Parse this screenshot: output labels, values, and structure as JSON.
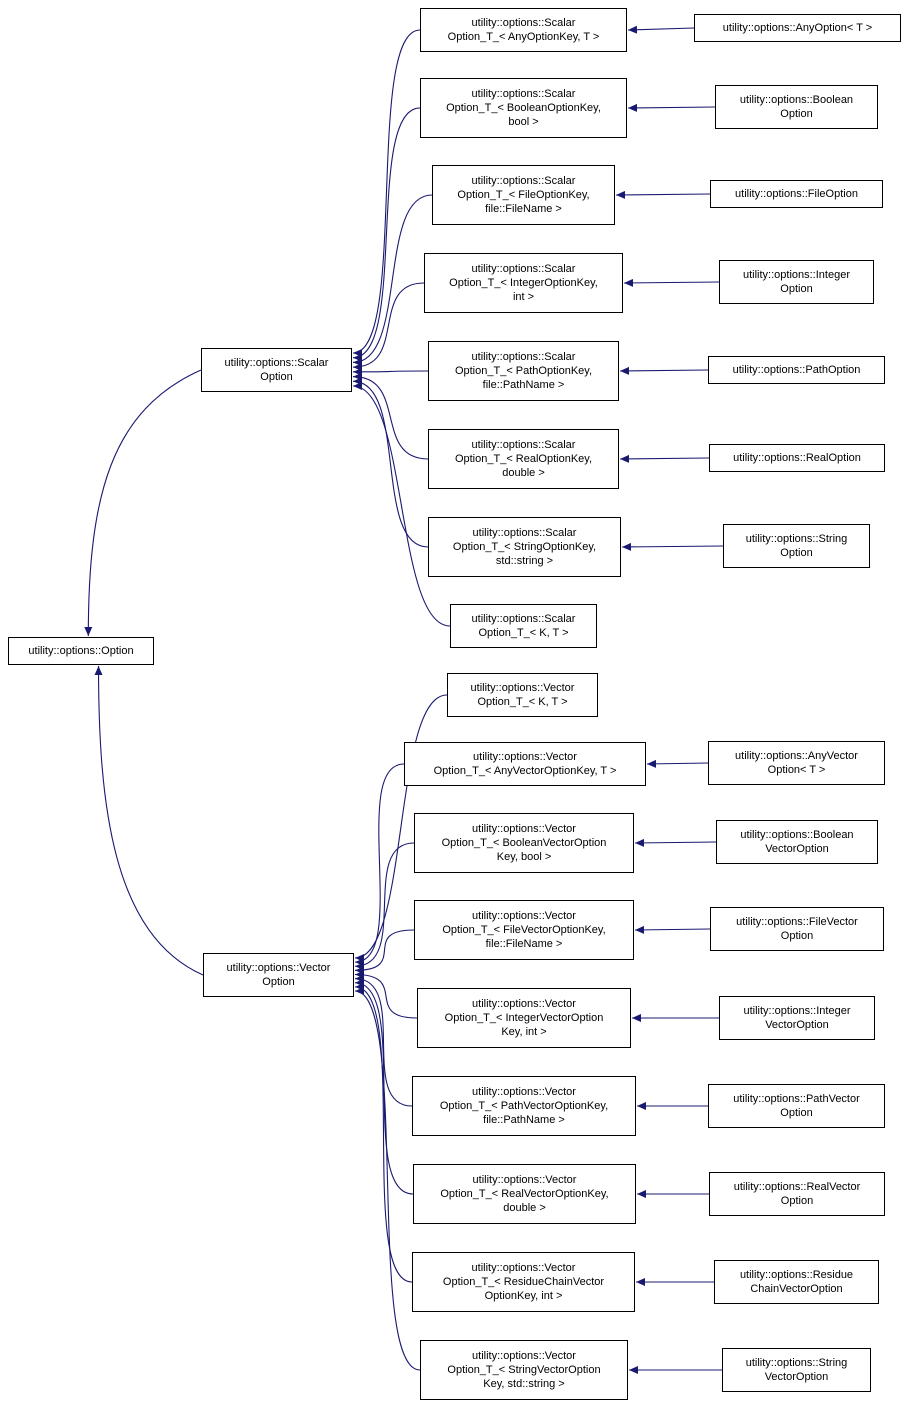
{
  "diagram": {
    "background_color": "#ffffff",
    "edge_color": "#191970",
    "node_border_color": "#000000",
    "type": "inheritance-graph"
  },
  "nodes": {
    "option": {
      "label": "utility::options::Option"
    },
    "scalar_option": {
      "label": "utility::options::Scalar\nOption"
    },
    "vector_option": {
      "label": "utility::options::Vector\nOption"
    },
    "s_any": {
      "label": "utility::options::Scalar\nOption_T_< AnyOptionKey, T >"
    },
    "s_boolean": {
      "label": "utility::options::Scalar\nOption_T_< BooleanOptionKey,\nbool >"
    },
    "s_file": {
      "label": "utility::options::Scalar\nOption_T_< FileOptionKey,\nfile::FileName >"
    },
    "s_integer": {
      "label": "utility::options::Scalar\nOption_T_< IntegerOptionKey,\nint >"
    },
    "s_path": {
      "label": "utility::options::Scalar\nOption_T_< PathOptionKey,\nfile::PathName >"
    },
    "s_real": {
      "label": "utility::options::Scalar\nOption_T_< RealOptionKey,\ndouble >"
    },
    "s_string": {
      "label": "utility::options::Scalar\nOption_T_< StringOptionKey,\nstd::string >"
    },
    "s_kt": {
      "label": "utility::options::Scalar\nOption_T_< K, T >"
    },
    "v_kt": {
      "label": "utility::options::Vector\nOption_T_< K, T >"
    },
    "v_any": {
      "label": "utility::options::Vector\nOption_T_< AnyVectorOptionKey, T >"
    },
    "v_boolean": {
      "label": "utility::options::Vector\nOption_T_< BooleanVectorOption\nKey, bool >"
    },
    "v_file": {
      "label": "utility::options::Vector\nOption_T_< FileVectorOptionKey,\nfile::FileName >"
    },
    "v_integer": {
      "label": "utility::options::Vector\nOption_T_< IntegerVectorOption\nKey, int >"
    },
    "v_path": {
      "label": "utility::options::Vector\nOption_T_< PathVectorOptionKey,\nfile::PathName >"
    },
    "v_real": {
      "label": "utility::options::Vector\nOption_T_< RealVectorOptionKey,\ndouble >"
    },
    "v_residue": {
      "label": "utility::options::Vector\nOption_T_< ResidueChainVector\nOptionKey, int >"
    },
    "v_string": {
      "label": "utility::options::Vector\nOption_T_< StringVectorOption\nKey, std::string >"
    },
    "r_any": {
      "label": "utility::options::AnyOption< T >"
    },
    "r_boolean": {
      "label": "utility::options::Boolean\nOption"
    },
    "r_file": {
      "label": "utility::options::FileOption"
    },
    "r_integer": {
      "label": "utility::options::Integer\nOption"
    },
    "r_path": {
      "label": "utility::options::PathOption"
    },
    "r_real": {
      "label": "utility::options::RealOption"
    },
    "r_string": {
      "label": "utility::options::String\nOption"
    },
    "r_anyvec": {
      "label": "utility::options::AnyVector\nOption< T >"
    },
    "r_booleanvec": {
      "label": "utility::options::Boolean\nVectorOption"
    },
    "r_filevec": {
      "label": "utility::options::FileVector\nOption"
    },
    "r_integervec": {
      "label": "utility::options::Integer\nVectorOption"
    },
    "r_pathvec": {
      "label": "utility::options::PathVector\nOption"
    },
    "r_realvec": {
      "label": "utility::options::RealVector\nOption"
    },
    "r_residuevec": {
      "label": "utility::options::Residue\nChainVectorOption"
    },
    "r_stringvec": {
      "label": "utility::options::String\nVectorOption"
    }
  },
  "edges": [
    {
      "from": "scalar_option",
      "to": "option",
      "style": "to-top"
    },
    {
      "from": "vector_option",
      "to": "option",
      "style": "to-bottom"
    },
    {
      "from": "s_any",
      "to": "scalar_option",
      "style": "fan"
    },
    {
      "from": "s_boolean",
      "to": "scalar_option",
      "style": "fan"
    },
    {
      "from": "s_file",
      "to": "scalar_option",
      "style": "fan"
    },
    {
      "from": "s_integer",
      "to": "scalar_option",
      "style": "fan"
    },
    {
      "from": "s_path",
      "to": "scalar_option",
      "style": "fan"
    },
    {
      "from": "s_real",
      "to": "scalar_option",
      "style": "fan"
    },
    {
      "from": "s_string",
      "to": "scalar_option",
      "style": "fan"
    },
    {
      "from": "s_kt",
      "to": "scalar_option",
      "style": "fan"
    },
    {
      "from": "v_kt",
      "to": "vector_option",
      "style": "fan"
    },
    {
      "from": "v_any",
      "to": "vector_option",
      "style": "fan"
    },
    {
      "from": "v_boolean",
      "to": "vector_option",
      "style": "fan"
    },
    {
      "from": "v_file",
      "to": "vector_option",
      "style": "fan"
    },
    {
      "from": "v_integer",
      "to": "vector_option",
      "style": "fan"
    },
    {
      "from": "v_path",
      "to": "vector_option",
      "style": "fan"
    },
    {
      "from": "v_real",
      "to": "vector_option",
      "style": "fan"
    },
    {
      "from": "v_residue",
      "to": "vector_option",
      "style": "fan"
    },
    {
      "from": "v_string",
      "to": "vector_option",
      "style": "fan"
    },
    {
      "from": "r_any",
      "to": "s_any",
      "style": "straight"
    },
    {
      "from": "r_boolean",
      "to": "s_boolean",
      "style": "straight"
    },
    {
      "from": "r_file",
      "to": "s_file",
      "style": "straight"
    },
    {
      "from": "r_integer",
      "to": "s_integer",
      "style": "straight"
    },
    {
      "from": "r_path",
      "to": "s_path",
      "style": "straight"
    },
    {
      "from": "r_real",
      "to": "s_real",
      "style": "straight"
    },
    {
      "from": "r_string",
      "to": "s_string",
      "style": "straight"
    },
    {
      "from": "r_anyvec",
      "to": "v_any",
      "style": "straight"
    },
    {
      "from": "r_booleanvec",
      "to": "v_boolean",
      "style": "straight"
    },
    {
      "from": "r_filevec",
      "to": "v_file",
      "style": "straight"
    },
    {
      "from": "r_integervec",
      "to": "v_integer",
      "style": "straight"
    },
    {
      "from": "r_pathvec",
      "to": "v_path",
      "style": "straight"
    },
    {
      "from": "r_realvec",
      "to": "v_real",
      "style": "straight"
    },
    {
      "from": "r_residuevec",
      "to": "v_residue",
      "style": "straight"
    },
    {
      "from": "r_stringvec",
      "to": "v_string",
      "style": "straight"
    }
  ]
}
